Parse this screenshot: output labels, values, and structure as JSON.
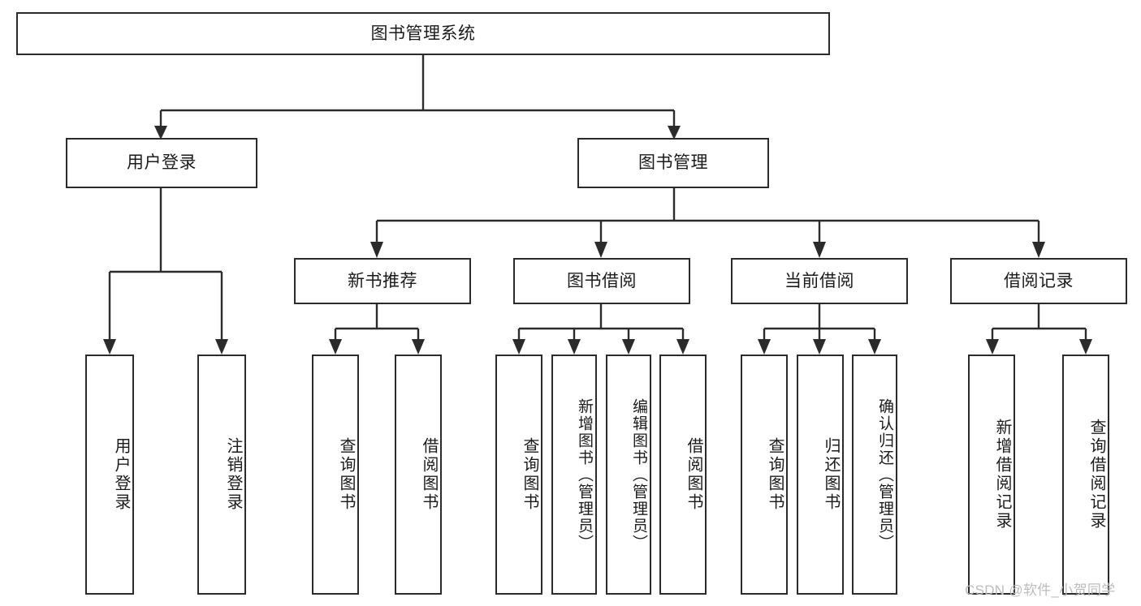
{
  "diagram": {
    "title": "图书管理系统",
    "type": "tree-hierarchy-diagram",
    "watermark": "CSDN @软件_小贺同学",
    "colors": {
      "box_border": "#2b2b2b",
      "box_fill": "#ffffff",
      "connector": "#2b2b2b",
      "text": "#1b1b1b",
      "watermark": "#bcbcbc",
      "background": "#ffffff"
    },
    "levels": {
      "root": "图书管理系统",
      "level2": [
        "用户登录",
        "图书管理"
      ],
      "level3": [
        "新书推荐",
        "图书借阅",
        "当前借阅",
        "借阅记录"
      ]
    },
    "nodes": {
      "root": {
        "label": "图书管理系统"
      },
      "user_login": {
        "label": "用户登录"
      },
      "book_manage": {
        "label": "图书管理"
      },
      "new_book_rec": {
        "label": "新书推荐"
      },
      "book_borrow": {
        "label": "图书借阅"
      },
      "current_borrow": {
        "label": "当前借阅"
      },
      "borrow_record": {
        "label": "借阅记录"
      }
    },
    "leaves": {
      "user_login": [
        {
          "label": "用户登录"
        },
        {
          "label": "注销登录"
        }
      ],
      "new_book_rec": [
        {
          "label": "查询图书"
        },
        {
          "label": "借阅图书"
        }
      ],
      "book_borrow": [
        {
          "label": "查询图书"
        },
        {
          "label": "新增图书（管理员）"
        },
        {
          "label": "编辑图书（管理员）"
        },
        {
          "label": "借阅图书"
        }
      ],
      "current_borrow": [
        {
          "label": "查询图书"
        },
        {
          "label": "归还图书"
        },
        {
          "label": "确认归还（管理员）"
        }
      ],
      "borrow_record": [
        {
          "label": "新增借阅记录"
        },
        {
          "label": "查询借阅记录"
        }
      ]
    }
  }
}
